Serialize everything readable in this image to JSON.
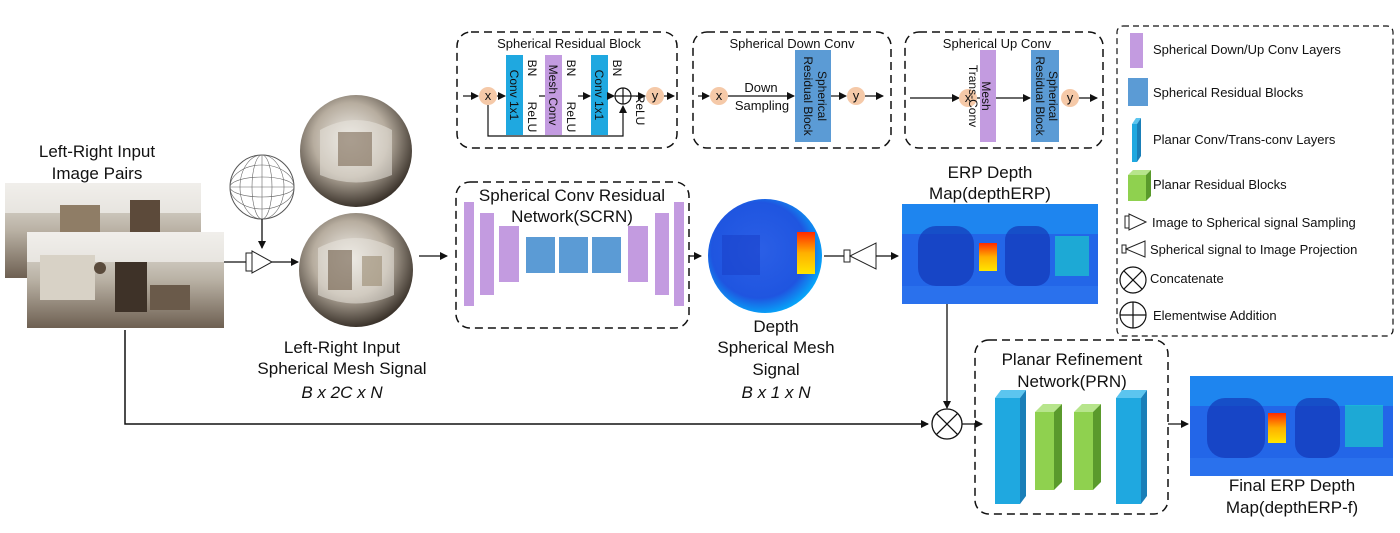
{
  "input": {
    "title_line1": "Left-Right Input",
    "title_line2": "Image Pairs"
  },
  "mesh_input": {
    "line1": "Left-Right Input",
    "line2": "Spherical Mesh Signal",
    "shape": "B x 2C x N"
  },
  "scrn": {
    "title_line1": "Spherical Conv Residual",
    "title_line2": "Network(SCRN)"
  },
  "depth_sphere": {
    "line1": "Depth",
    "line2": "Spherical Mesh",
    "line3": "Signal",
    "shape": "B x 1 x N"
  },
  "erp": {
    "title_line1": "ERP Depth",
    "title_line2": "Map(depthERP)"
  },
  "prn": {
    "title_line1": "Planar Refinement",
    "title_line2": "Network(PRN)"
  },
  "final": {
    "line1": "Final ERP Depth",
    "line2": "Map(depthERP-f)"
  },
  "residual_block": {
    "title": "Spherical Residual Block",
    "x": "x",
    "y": "y",
    "conv1": "Conv 1x1",
    "mesh_conv": "Mesh Conv",
    "conv2": "Conv 1x1",
    "bn": "BN",
    "relu": "ReLU"
  },
  "down_conv": {
    "title": "Spherical Down Conv",
    "x": "x",
    "y": "y",
    "down_line1": "Down",
    "down_line2": "Sampling",
    "block_line1": "Spherical",
    "block_line2": "Residual Block"
  },
  "up_conv": {
    "title": "Spherical Up Conv",
    "x": "x",
    "y": "y",
    "mesh_line1": "Mesh",
    "mesh_line2": "Trans-Conv",
    "block_line1": "Spherical",
    "block_line2": "Residual Block"
  },
  "legend": {
    "items": [
      "Spherical  Down/Up Conv Layers",
      "Spherical Residual Blocks",
      "Planar Conv/Trans-conv Layers",
      "Planar Residual Blocks",
      "Image to Spherical signal Sampling",
      "Spherical signal to Image Projection",
      "Concatenate",
      "Elementwise Addition"
    ]
  },
  "colors": {
    "purple": "#c39be0",
    "blue_block": "#5b9bd5",
    "cyan": "#1fa8e0",
    "green": "#8fd14f",
    "node": "#f5c9a8"
  }
}
